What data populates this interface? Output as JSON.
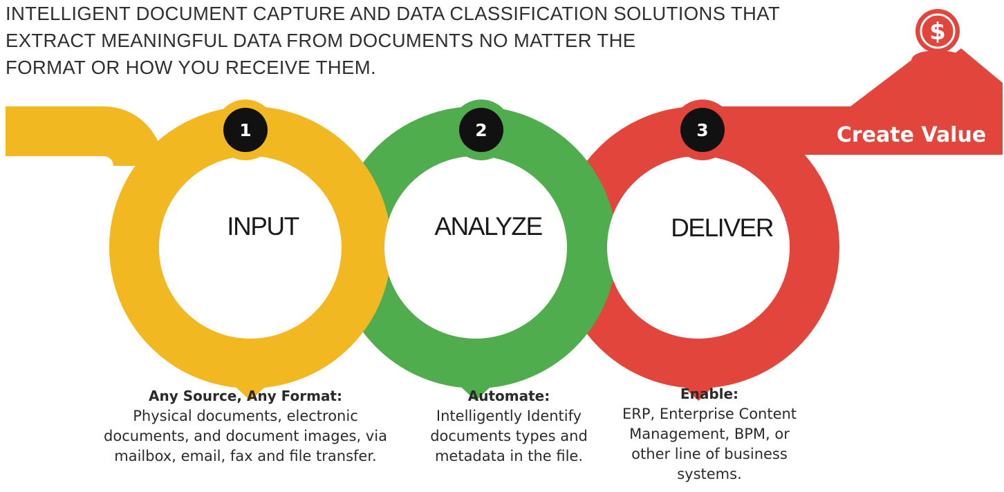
{
  "headline": {
    "line1": "INTELLIGENT DOCUMENT CAPTURE AND DATA CLASSIFICATION SOLUTIONS THAT",
    "line2": "EXTRACT MEANINGFUL DATA FROM DOCUMENTS NO MATTER THE",
    "line3": "FORMAT OR HOW YOU RECEIVE THEM."
  },
  "stages": [
    {
      "number": "1",
      "title": "INPUT",
      "color": "#F2B822",
      "heading": "Any Source, Any Format:",
      "body": "Physical documents, electronic documents, and document images, via mailbox, email, fax and file transfer."
    },
    {
      "number": "2",
      "title": "ANALYZE",
      "color": "#4FAD4E",
      "heading": "Automate:",
      "body": "Intelligently Identify documents types and metadata in the file."
    },
    {
      "number": "3",
      "title": "DELIVER",
      "color": "#E2453B",
      "heading": "Enable:",
      "body": "ERP, Enterprise Content Management, BPM, or other line of business systems."
    }
  ],
  "outcome": {
    "label": "Create Value",
    "icon": "dollar-coin-icon",
    "symbol": "$"
  }
}
